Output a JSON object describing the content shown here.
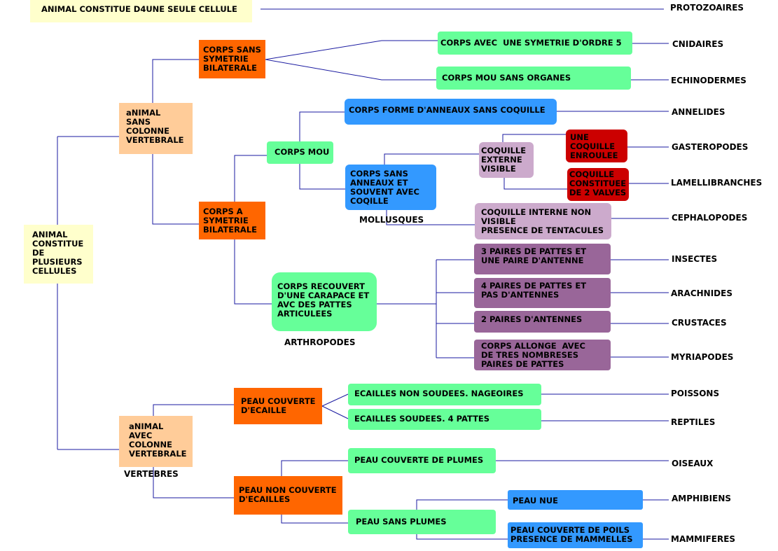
{
  "nodes": {
    "unicellular": "ANIMAL CONSTITUE D4UNE SEULE CELLULE",
    "multicellular": "ANIMAL\nCONSTITUE\nDE\nPLUSIEURS\nCELLULES",
    "no_spine": "aNIMAL\nSANS\nCOLONNE\nVERTEBRALE",
    "spine": "aNIMAL\nAVEC\nCOLONNE\nVERTEBRALE",
    "no_bilateral": "CORPS SANS\nSYMETRIE\nBILATERALE",
    "bilateral": "CORPS A\nSYMETRIE\nBILATERALE",
    "sym5": "CORPS AVEC  UNE SYMETRIE D'ORDRE 5",
    "soft_no_organs": "CORPS MOU SANS ORGANES",
    "soft_body": "CORPS MOU",
    "rings": "CORPS FORME D'ANNEAUX SANS COQUILLE",
    "no_rings": "CORPS SANS\nANNEAUX ET\nSOUVENT AVEC\nCOQILLE",
    "external_shell": "COQUILLE\nEXTERNE\nVISIBLE",
    "coiled_shell": "UNE\nCOQUILLE\nENROULEE",
    "two_valves": "COQUILLE\nCONSTITUEE\nDE 2 VALVES",
    "internal_shell": "COQUILLE INTERNE NON\nVISIBLE\nPRESENCE DE TENTACULES",
    "carapace": "CORPS RECOUVERT\nD'UNE CARAPACE ET\nAVC DES PATTES\nARTICULEES",
    "insects_trait": "3 PAIRES DE PATTES ET\nUNE PAIRE D'ANTENNE",
    "arachnids_trait": "4 PAIRES DE PATTES ET\nPAS D'ANTENNES",
    "crustaceans_trait": "2 PAIRES D'ANTENNES",
    "myriapods_trait": "CORPS ALLONGE  AVEC\nDE TRES NOMBRESES\nPAIRES DE PATTES",
    "scales": "PEAU COUVERTE\nD'ECAILLE",
    "no_scales": "PEAU NON COUVERTE\nD'ECAILLES",
    "fish_trait": "ECAILLES NON SOUDEES. NAGEOIRES",
    "reptile_trait": "ECAILLES SOUDEES. 4 PATTES",
    "feathers": "PEAU COUVERTE DE PLUMES",
    "no_feathers": "PEAU SANS PLUMES",
    "bare_skin": "PEAU NUE",
    "hair": "PEAU COUVERTE DE POILS\nPRESENCE DE MAMMELLES"
  },
  "captions": {
    "mollusks": "MOLLUSQUES",
    "arthropods": "ARTHROPODES",
    "vertebrates": "VERTEBRES"
  },
  "leaves": {
    "protozoa": "PROTOZOAIRES",
    "cnidaria": "CNIDAIRES",
    "echinoderms": "ECHINODERMES",
    "annelids": "ANNELIDES",
    "gastropods": "GASTEROPODES",
    "lamellibranchs": "LAMELLIBRANCHES",
    "cephalopods": "CEPHALOPODES",
    "insects": "INSECTES",
    "arachnids": "ARACHNIDES",
    "crustaceans": "CRUSTACES",
    "myriapods": "MYRIAPODES",
    "fish": "POISSONS",
    "reptiles": "REPTILES",
    "birds": "OISEAUX",
    "amphibians": "AMPHIBIENS",
    "mammals": "MAMMIFERES"
  },
  "colors": {
    "connector": "#1a1aa0",
    "yellow": "#ffffcc",
    "peach": "#ffcc99",
    "orange": "#ff6600",
    "green": "#66ff99",
    "blue": "#3399ff",
    "pink": "#ccaacc",
    "purple": "#996699",
    "red": "#cc0000"
  }
}
